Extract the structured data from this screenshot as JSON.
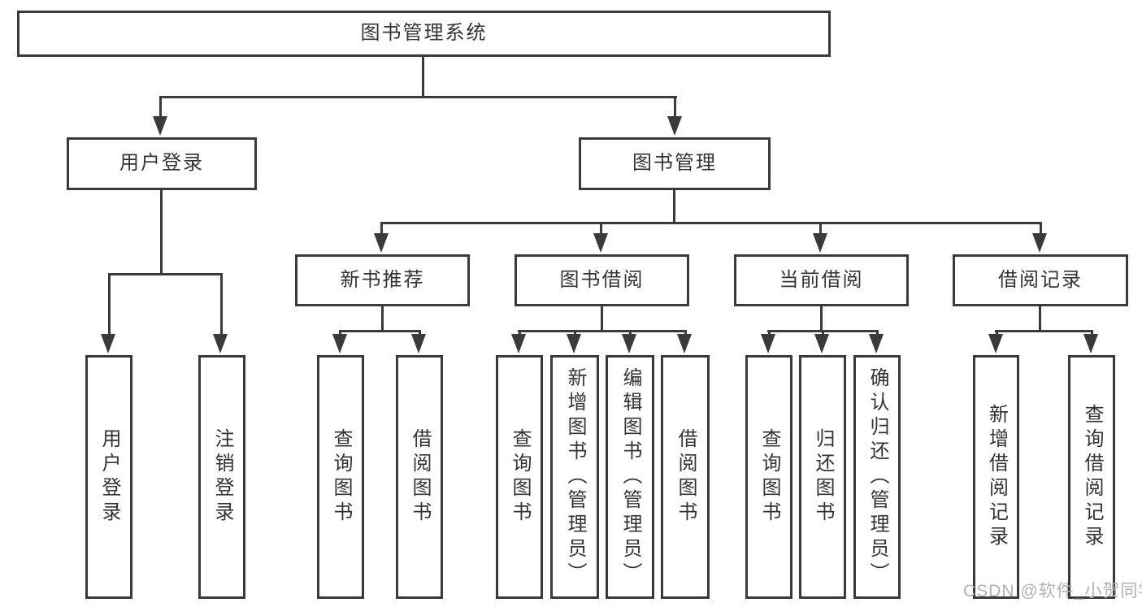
{
  "diagram": {
    "type": "hierarchy-tree",
    "colors": {
      "line": "#3a3a3a",
      "text": "#333333",
      "watermark": "#b2b2b2",
      "background": "#ffffff"
    },
    "tree": {
      "root": "图书管理系统",
      "children": [
        {
          "label": "用户登录",
          "children": [
            "用户登录",
            "注销登录"
          ]
        },
        {
          "label": "图书管理",
          "children": [
            {
              "label": "新书推荐",
              "children": [
                "查询图书",
                "借阅图书"
              ]
            },
            {
              "label": "图书借阅",
              "children": [
                "查询图书",
                "新增图书（管理员）",
                "编辑图书（管理员）",
                "借阅图书"
              ]
            },
            {
              "label": "当前借阅",
              "children": [
                "查询图书",
                "归还图书",
                "确认归还（管理员）"
              ]
            },
            {
              "label": "借阅记录",
              "children": [
                "新增借阅记录",
                "查询借阅记录"
              ]
            }
          ]
        }
      ]
    },
    "watermark": "CSDN @软件_小贺同学"
  }
}
